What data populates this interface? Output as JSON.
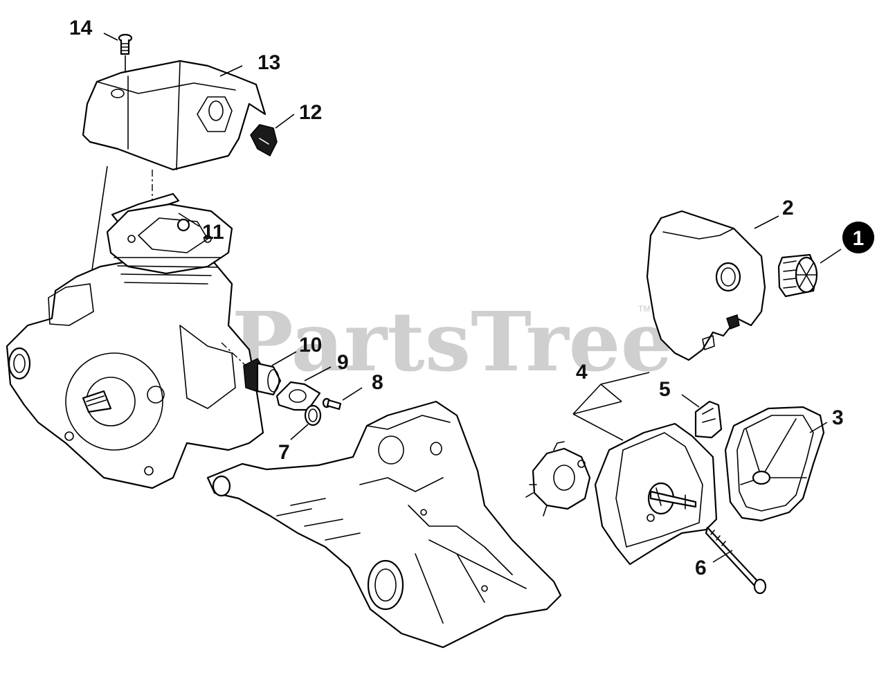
{
  "watermark": {
    "text": "PartsTree",
    "trademark": "TM"
  },
  "callouts": {
    "c1": "1",
    "c2": "2",
    "c3": "3",
    "c4": "4",
    "c5": "5",
    "c6": "6",
    "c7": "7",
    "c8": "8",
    "c9": "9",
    "c10": "10",
    "c11": "11",
    "c12": "12",
    "c13": "13",
    "c14": "14"
  },
  "colors": {
    "line": "#000000",
    "watermark": "#c7c7c7",
    "background": "#ffffff"
  }
}
